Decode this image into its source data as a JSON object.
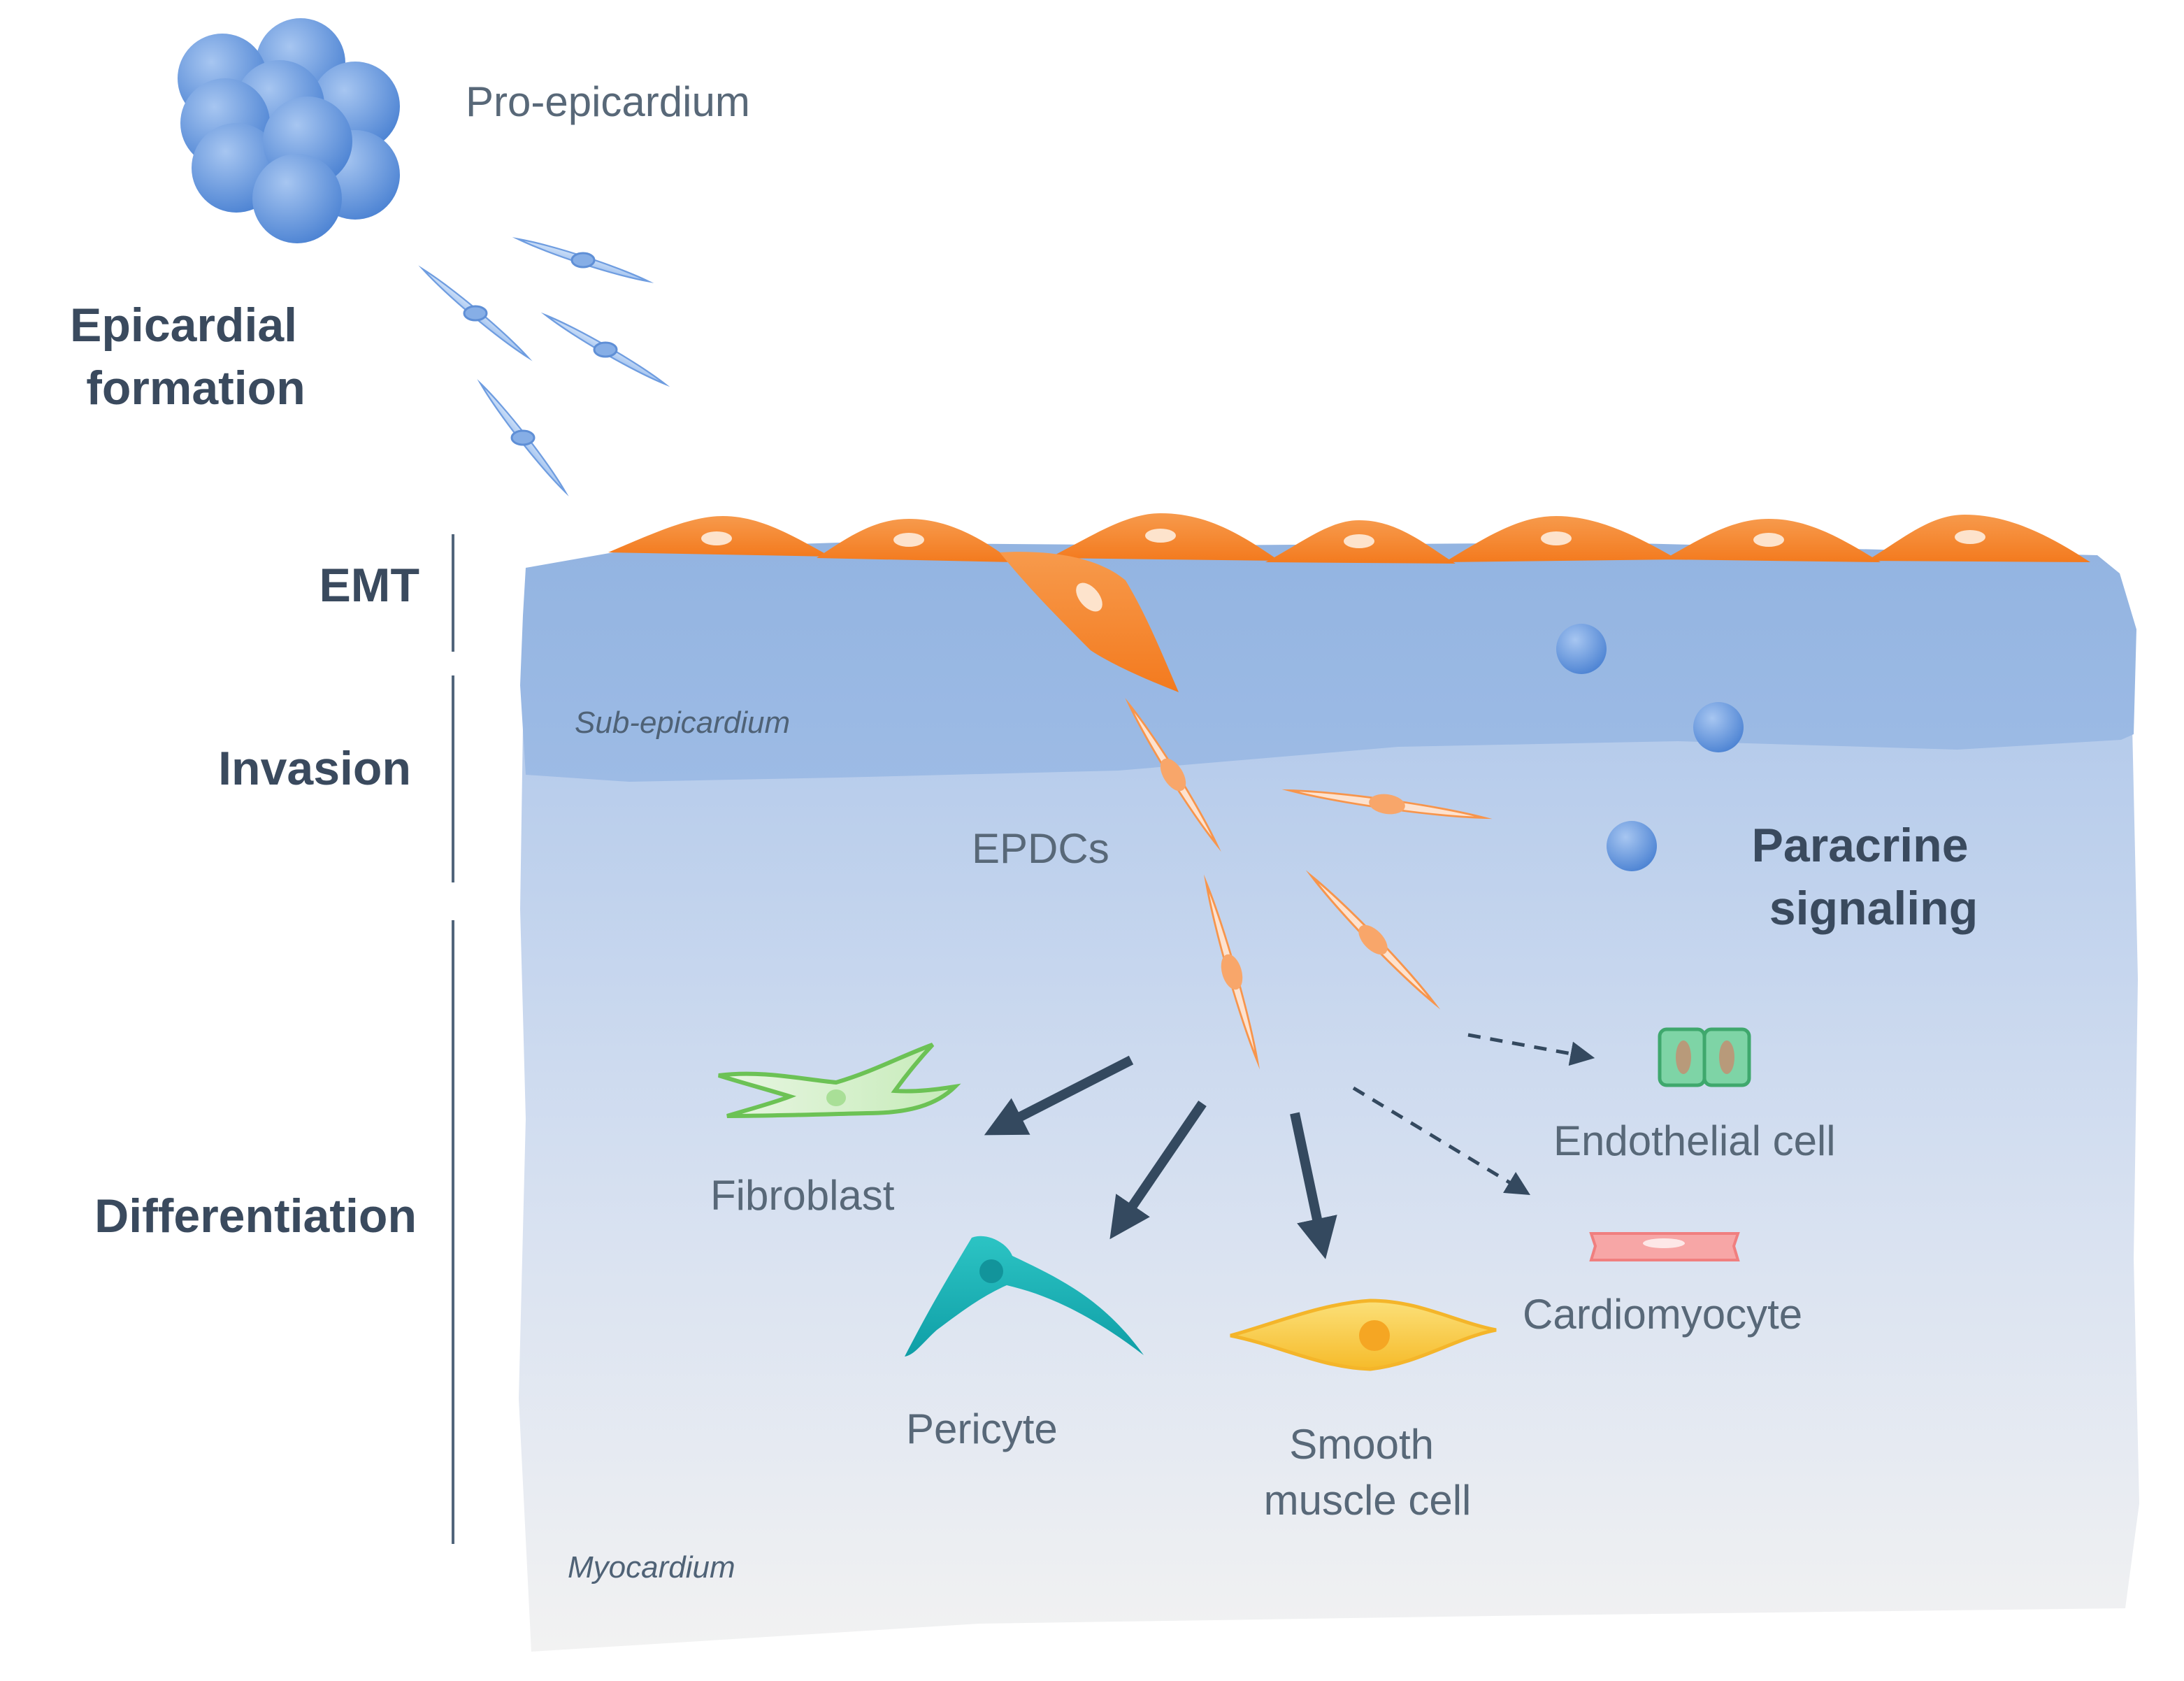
{
  "stages": {
    "epicardial_formation": [
      "Epicardial",
      "formation"
    ],
    "emt": "EMT",
    "invasion": "Invasion",
    "differentiation": "Differentiation"
  },
  "labels": {
    "pro_epicardium": "Pro-epicardium",
    "sub_epicardium": "Sub-epicardium",
    "myocardium": "Myocardium",
    "epdcs": "EPDCs",
    "paracrine": [
      "Paracrine",
      "signaling"
    ]
  },
  "cell_types": {
    "fibroblast": "Fibroblast",
    "pericyte": "Pericyte",
    "smooth_muscle": [
      "Smooth",
      "muscle cell"
    ],
    "endothelial": "Endothelial cell",
    "cardiomyocyte": "Cardiomyocyte"
  },
  "colors": {
    "epicardial_cell": "#f5822a",
    "epdc_fill": "#fde2cf",
    "epdc_stroke": "#f7954c",
    "proepicardium": "#5b8fd8",
    "mesothelial_cell": "#aecbf2",
    "fibroblast": "#8fd07a",
    "pericyte": "#1ab1b6",
    "smooth_muscle": "#f7c734",
    "endothelial": "#4dbb85",
    "cardiomyocyte": "#f58c8c",
    "arrow": "#34495f",
    "subepicardium": "#98b7e2",
    "myocardium_top": "#b4cbeb",
    "myocardium_bottom": "#f2f2f2",
    "text_dark": "#3a4a5e"
  }
}
